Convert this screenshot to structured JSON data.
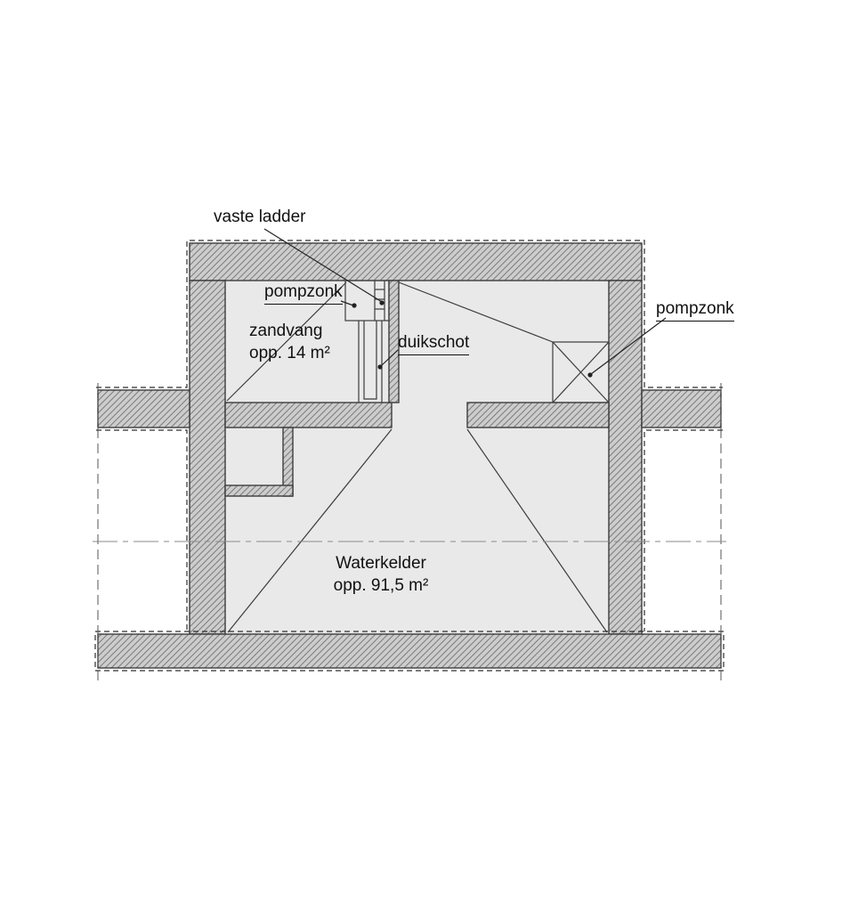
{
  "labels": {
    "vaste_ladder": "vaste ladder",
    "pompzonk_left": "pompzonk",
    "zandvang": {
      "line1": "zandvang",
      "line2": "opp. 14 m²"
    },
    "duikschot": "duikschot",
    "pompzonk_right": "pompzonk",
    "waterkelder": {
      "line1": "Waterkelder",
      "line2": "opp. 91,5 m²"
    }
  },
  "colors": {
    "wall_fill": "#cdcdcd",
    "hatch_line": "#7f7f7f",
    "interior_fill": "#e9e9e9",
    "outline": "#3c3c3c",
    "dashed_line": "#2e2e2e",
    "centerline": "#8a8a8a",
    "label_text": "#111111"
  }
}
